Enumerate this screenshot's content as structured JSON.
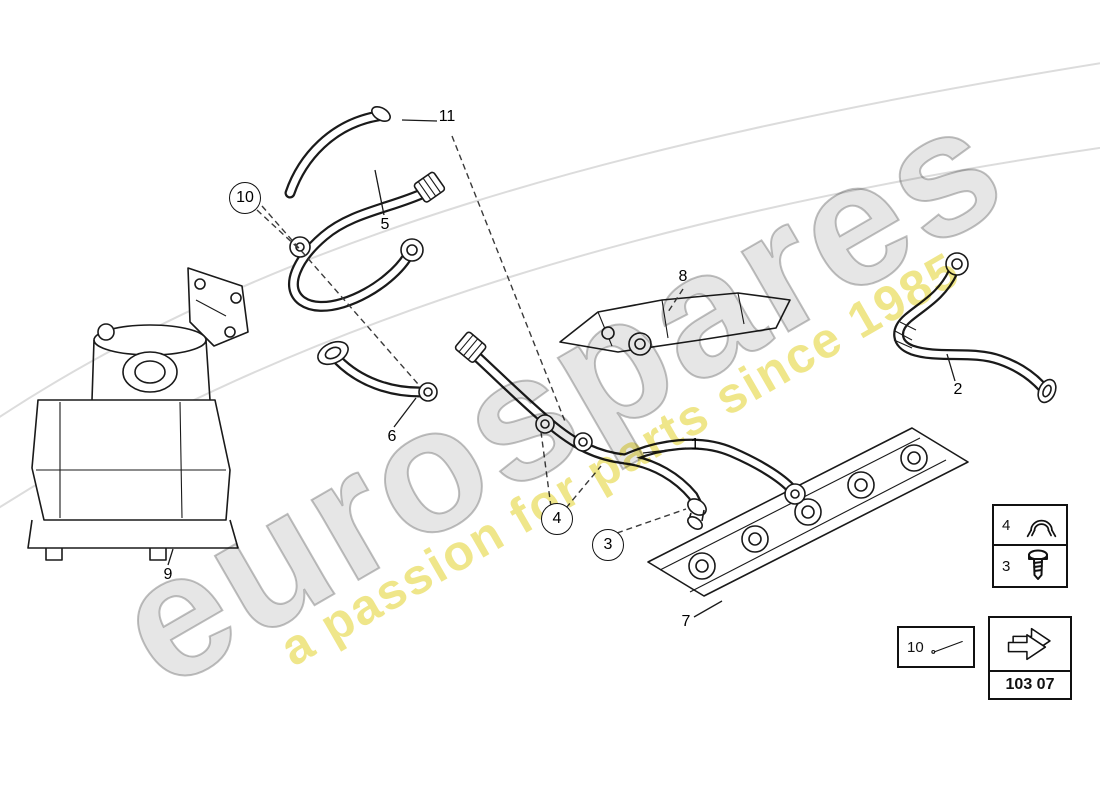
{
  "page": {
    "background": "#ffffff"
  },
  "watermark": {
    "brand": "eurospares",
    "tagline": "a passion for parts since 1985",
    "brand_color": "#bcbcbc",
    "tagline_color": "#eee480"
  },
  "callouts": {
    "c1": "1",
    "c2": "2",
    "c3": "3",
    "c4": "4",
    "c5": "5",
    "c6": "6",
    "c7": "7",
    "c8": "8",
    "c9": "9",
    "c10": "10",
    "c11": "11"
  },
  "legend": {
    "clamp_item": "4",
    "screw_item": "3",
    "line_item": "10",
    "part_group_code": "103 07"
  },
  "icons": {
    "clamp": "clamp-icon",
    "screw": "screw-icon",
    "pin": "pin-icon",
    "arrow": "arrow-icon"
  }
}
